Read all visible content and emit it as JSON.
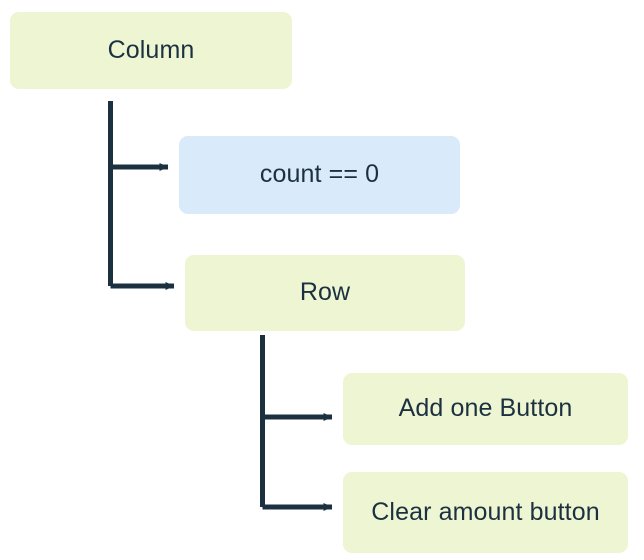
{
  "diagram": {
    "type": "tree",
    "title": "",
    "colors": {
      "background": "#ffffff",
      "node_green": "#eef5d3",
      "node_blue": "#d9eafa",
      "text": "#1c3140",
      "connector": "#1c3140"
    },
    "nodes": [
      {
        "id": "column",
        "label": "Column",
        "style": "green",
        "level": 0
      },
      {
        "id": "condition",
        "label": "count == 0",
        "style": "blue",
        "level": 1
      },
      {
        "id": "row",
        "label": "Row",
        "style": "green",
        "level": 1
      },
      {
        "id": "add_button",
        "label": "Add one Button",
        "style": "green",
        "level": 2
      },
      {
        "id": "clear_button",
        "label": "Clear amount button",
        "style": "green",
        "level": 2
      }
    ],
    "edges": [
      {
        "from": "column",
        "to": "condition"
      },
      {
        "from": "column",
        "to": "row"
      },
      {
        "from": "row",
        "to": "add_button"
      },
      {
        "from": "row",
        "to": "clear_button"
      }
    ]
  }
}
